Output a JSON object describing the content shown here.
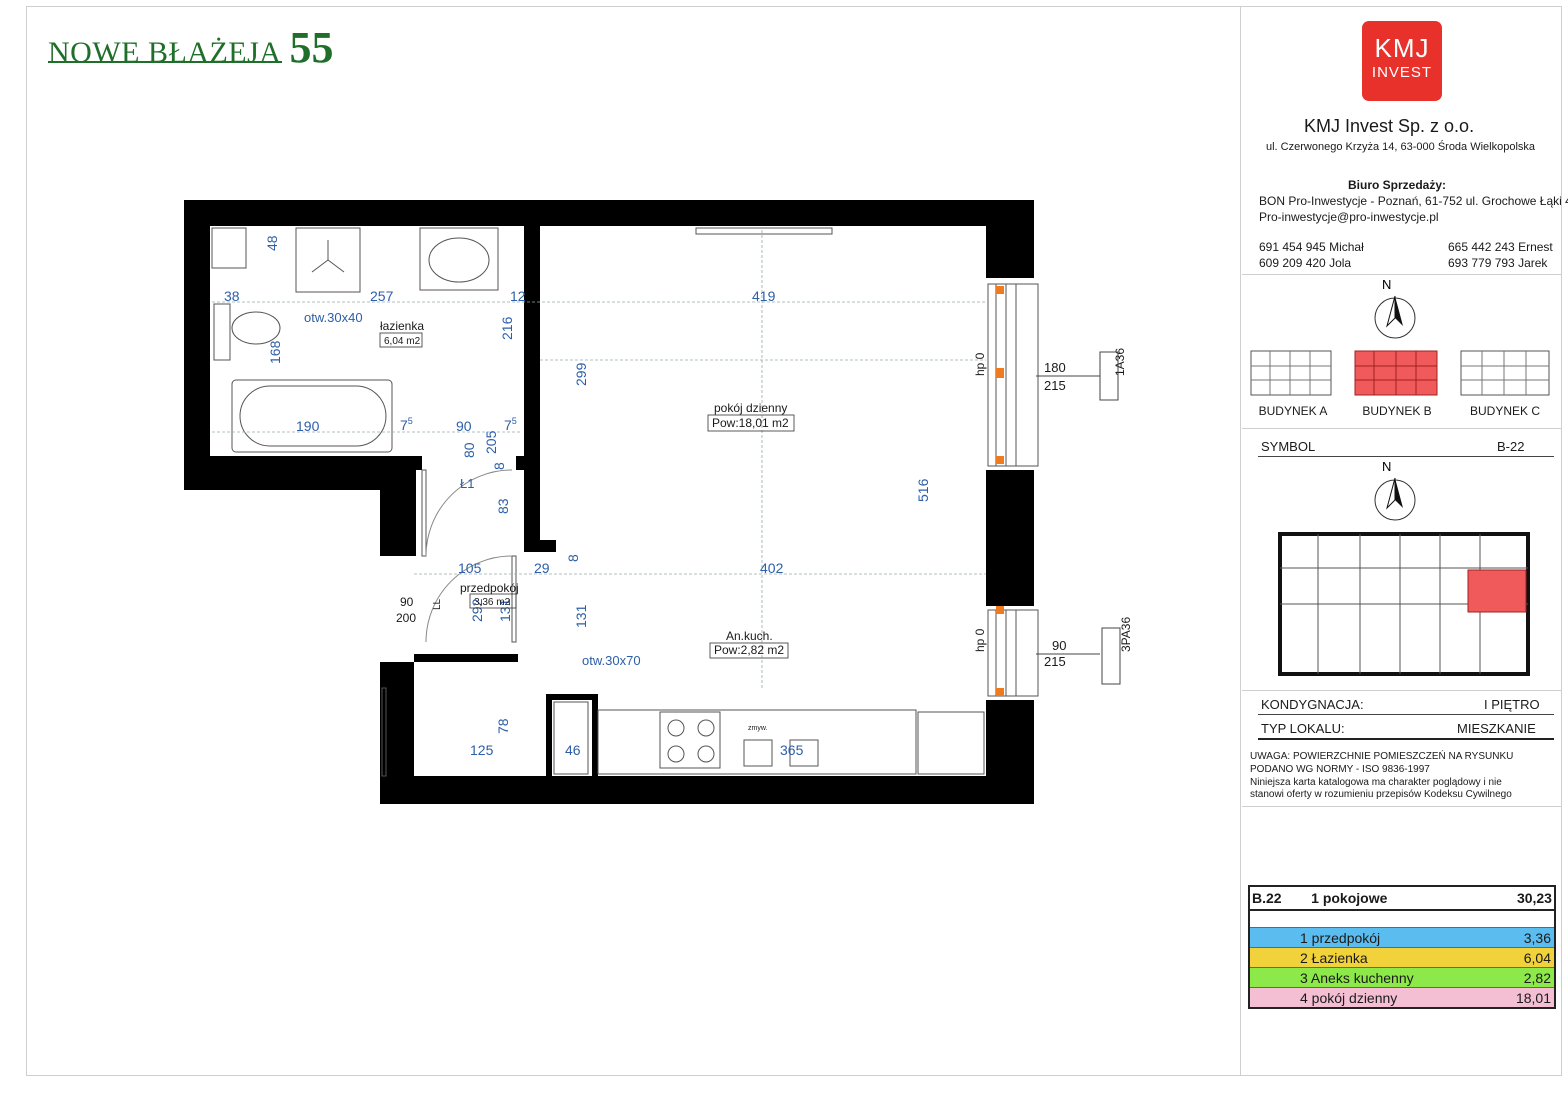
{
  "header": {
    "project_name": "NOWE BŁAŻEJA",
    "project_number": "55"
  },
  "company": {
    "logo_line1": "KMJ",
    "logo_line2": "INVEST",
    "name": "KMJ Invest Sp. z o.o.",
    "address": "ul. Czerwonego Krzyża 14, 63-000 Środa Wielkopolska",
    "sales_office_title": "Biuro Sprzedaży:",
    "sales_office_address": "BON Pro-Inwestycje - Poznań, 61-752 ul. Grochowe Łąki 4",
    "email": "Pro-inwestycje@pro-inwestycje.pl",
    "phones": [
      "691 454 945 Michał",
      "609 209 420 Jola",
      "665 442 243 Ernest",
      "693 779 793 Jarek"
    ],
    "brand_color": "#e8312b"
  },
  "compass_label": "N",
  "buildings": {
    "labels": [
      "BUDYNEK A",
      "BUDYNEK B",
      "BUDYNEK C"
    ],
    "selected": "BUDYNEK B",
    "highlight_color": "#f05a5a"
  },
  "symbol": {
    "label": "SYMBOL",
    "value": "B-22"
  },
  "floor": {
    "label": "KONDYGNACJA:",
    "value": "I PIĘTRO"
  },
  "unit_type": {
    "label": "TYP LOKALU:",
    "value": "MIESZKANIE"
  },
  "note": [
    "UWAGA: POWIERZCHNIE POMIESZCZEŃ NA RYSUNKU",
    "PODANO WG NORMY - ISO 9836-1997",
    "Niniejsza karta katalogowa ma charakter poglądowy i nie",
    "stanowi oferty w rozumieniu przepisów Kodeksu Cywilnego"
  ],
  "summary": {
    "code": "B.22",
    "type": "1 pokojowe",
    "total": "30,23",
    "rows": [
      {
        "label": "1 przedpokój",
        "value": "3,36",
        "color": "#5bbcef"
      },
      {
        "label": "2 Łazienka",
        "value": "6,04",
        "color": "#f1d23a"
      },
      {
        "label": "3 Aneks kuchenny",
        "value": "2,82",
        "color": "#8de84a"
      },
      {
        "label": "4 pokój dzienny",
        "value": "18,01",
        "color": "#f4bfd2"
      }
    ]
  },
  "plan": {
    "rooms": {
      "bathroom": {
        "name": "łazienka",
        "area": "6,04 m2"
      },
      "living": {
        "name": "pokój dzienny",
        "area": "Pow:18,01 m2"
      },
      "hall": {
        "name": "przedpokój",
        "area": "3,36 m2"
      },
      "kitchen": {
        "name": "An.kuch.",
        "area": "Pow:2,82 m2"
      }
    },
    "dimensions": {
      "d48": "48",
      "d38": "38",
      "d257": "257",
      "d12": "12",
      "d419": "419",
      "otw1": "otw.30x40",
      "d216": "216",
      "d168": "168",
      "d299": "299",
      "d190": "190",
      "d7a": "7",
      "d7a_sup": "5",
      "d90": "90",
      "d7b": "7",
      "d7b_sup": "5",
      "d80": "80",
      "d205": "205",
      "d8a": "8",
      "door_code": "Ł1",
      "d83": "83",
      "d516": "516",
      "d105": "105",
      "d29": "29",
      "d8b": "8",
      "d402": "402",
      "d90b": "90",
      "d200": "200",
      "ll": "LL",
      "d292": "292",
      "d131a": "131",
      "d131b": "131",
      "otw2": "otw.30x70",
      "d78": "78",
      "d125": "125",
      "d46": "46",
      "d365": "365",
      "sink_label": "zmyw.",
      "win1_hp": "hp 0",
      "win1_w": "180",
      "win1_h": "215",
      "win1_code": "1A36",
      "win2_hp": "hp 0",
      "win2_w": "90",
      "win2_h": "215",
      "win2_code": "3PA36"
    }
  }
}
